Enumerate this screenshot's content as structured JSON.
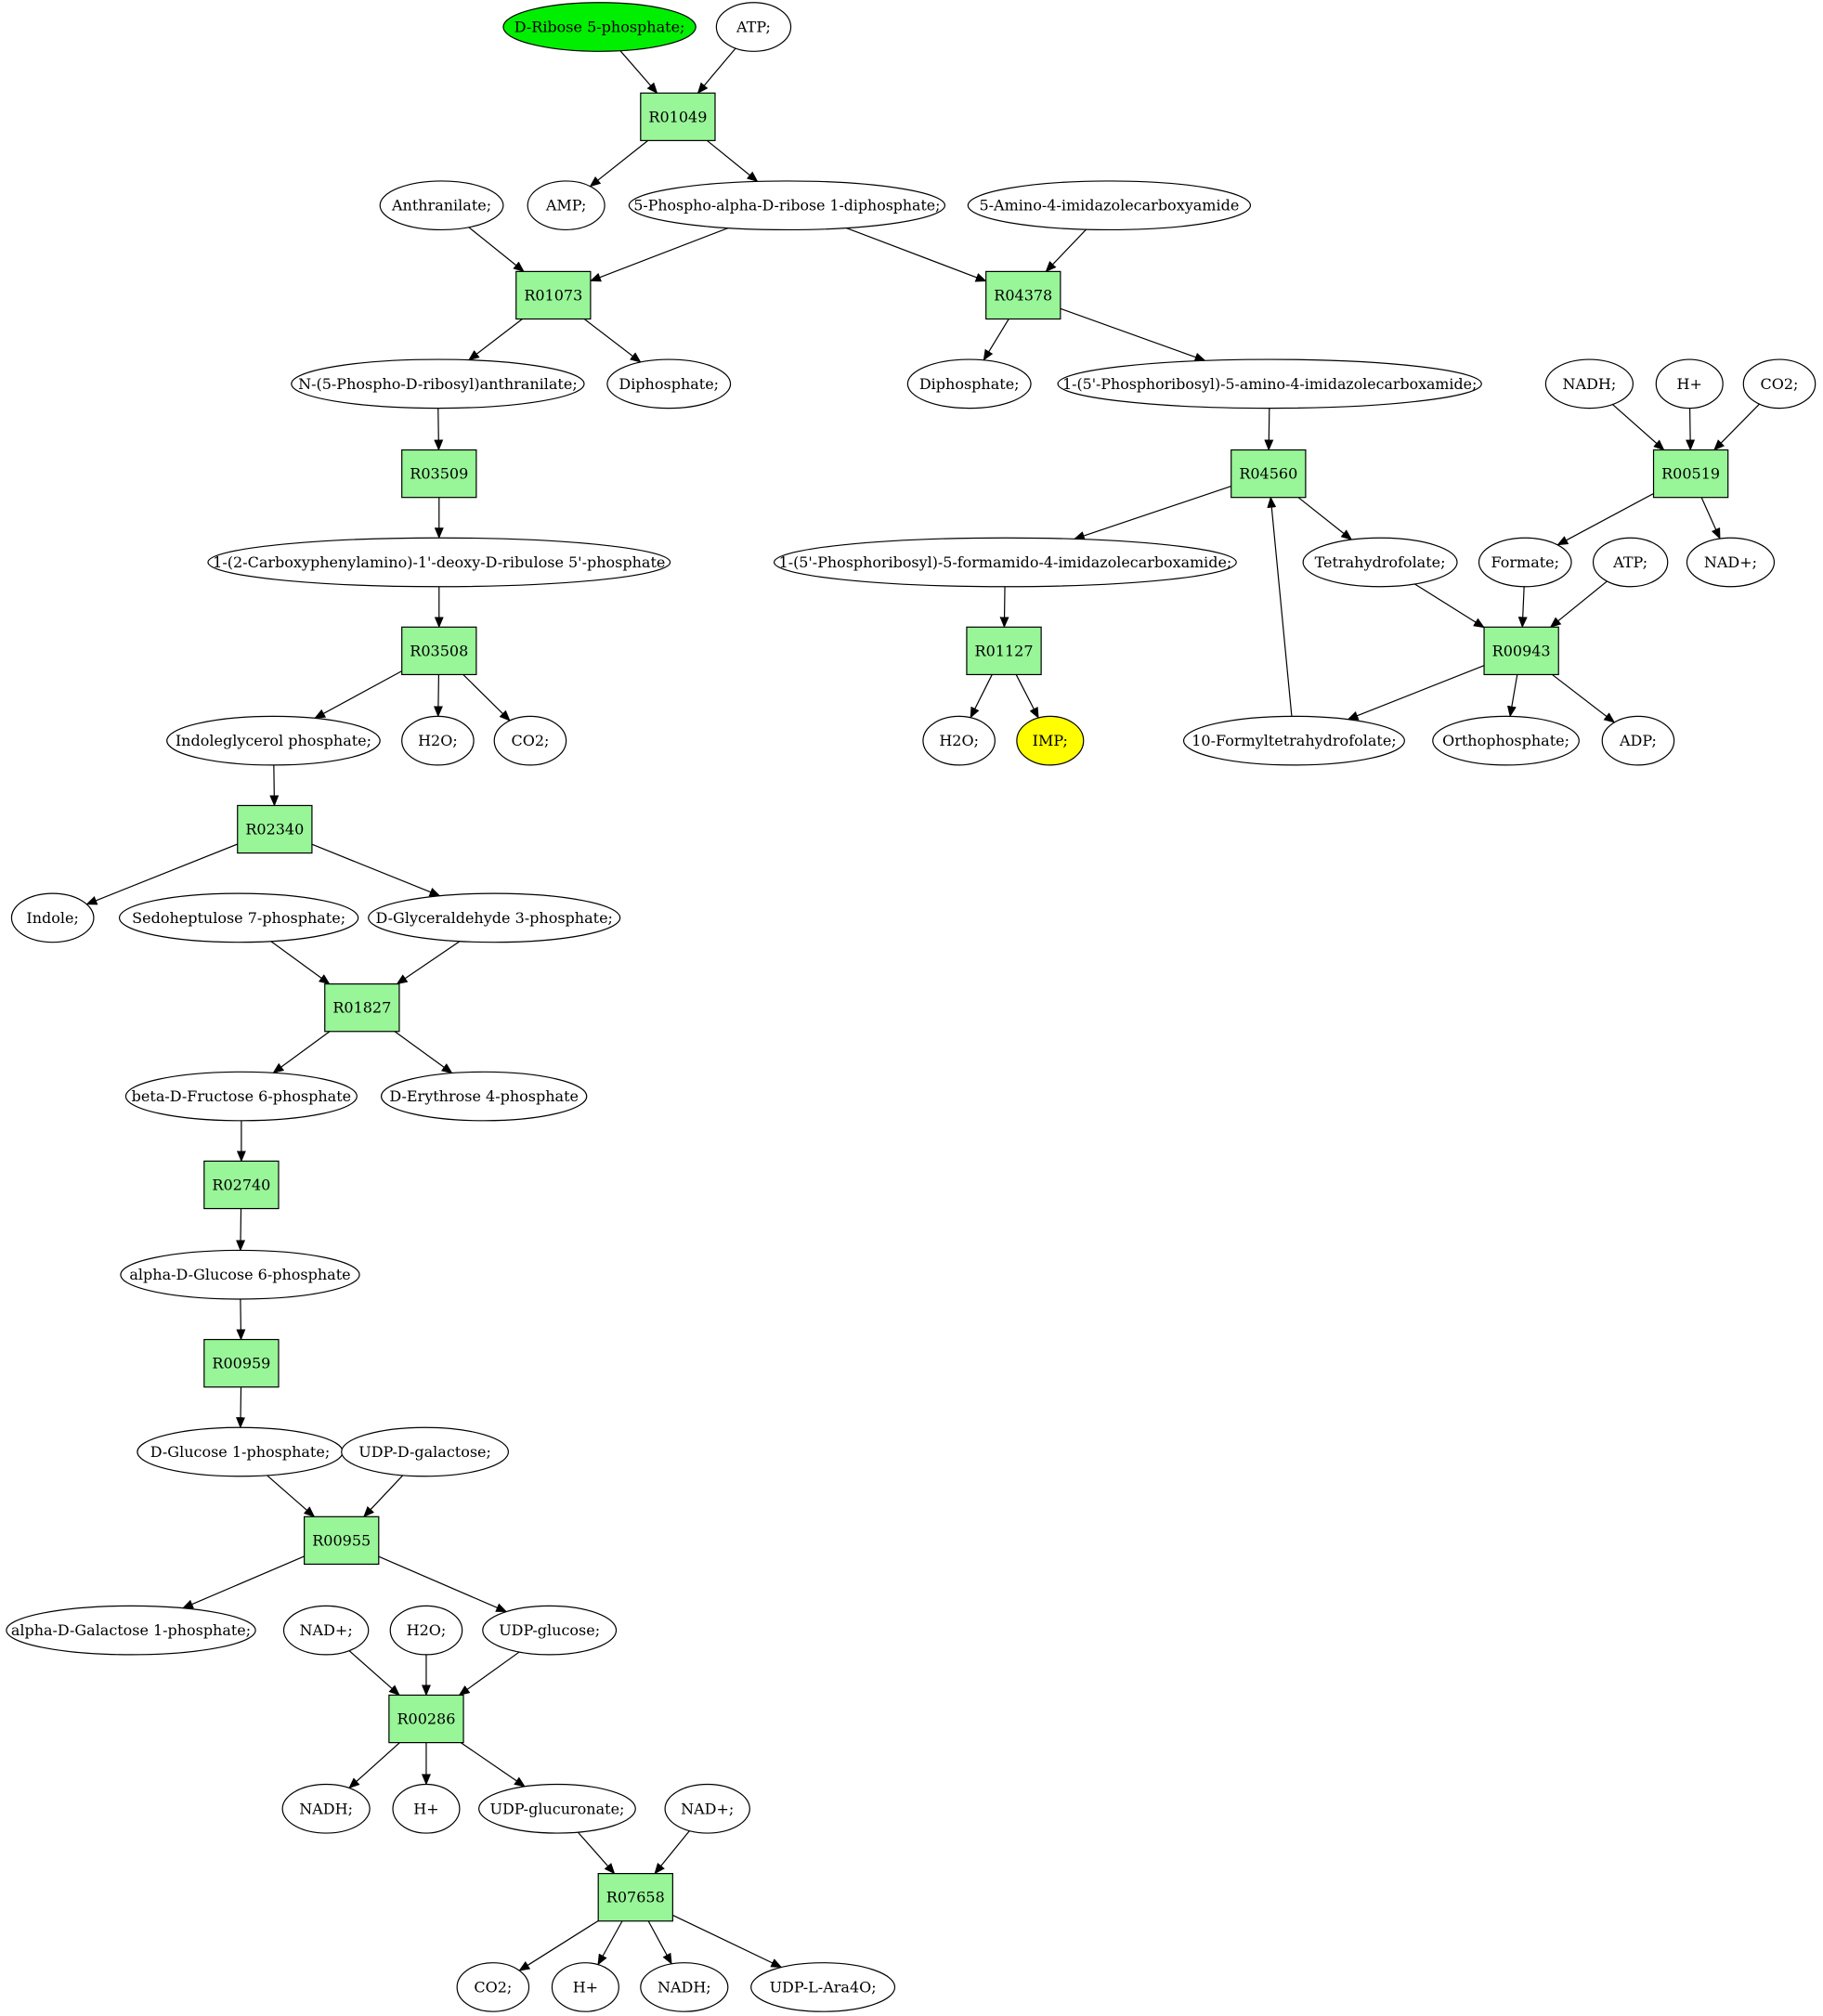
{
  "colors": {
    "reaction_fill": "#98f598",
    "start_fill": "#00ee00",
    "target_fill": "#ffff00",
    "compound_fill": "#ffffff",
    "stroke": "#000000"
  },
  "reactions": [
    {
      "id": "r1",
      "label": "R01049"
    },
    {
      "id": "r2",
      "label": "R01073"
    },
    {
      "id": "r3",
      "label": "R04378"
    },
    {
      "id": "r4",
      "label": "R03509"
    },
    {
      "id": "r5",
      "label": "R04560"
    },
    {
      "id": "r6",
      "label": "R00519"
    },
    {
      "id": "r7",
      "label": "R03508"
    },
    {
      "id": "r8",
      "label": "R01127"
    },
    {
      "id": "r9",
      "label": "R00943"
    },
    {
      "id": "r10",
      "label": "R02340"
    },
    {
      "id": "r11",
      "label": "R01827"
    },
    {
      "id": "r12",
      "label": "R02740"
    },
    {
      "id": "r13",
      "label": "R00959"
    },
    {
      "id": "r14",
      "label": "R00955"
    },
    {
      "id": "r15",
      "label": "R00286"
    },
    {
      "id": "r16",
      "label": "R07658"
    }
  ],
  "compounds": [
    {
      "id": "c1",
      "label": "D-Ribose 5-phosphate;",
      "role": "start"
    },
    {
      "id": "c2",
      "label": "ATP;"
    },
    {
      "id": "c3",
      "label": "Anthranilate;"
    },
    {
      "id": "c4",
      "label": "AMP;"
    },
    {
      "id": "c5",
      "label": "5-Phospho-alpha-D-ribose 1-diphosphate;"
    },
    {
      "id": "c6",
      "label": "5-Amino-4-imidazolecarboxyamide"
    },
    {
      "id": "c7",
      "label": "N-(5-Phospho-D-ribosyl)anthranilate;"
    },
    {
      "id": "c8",
      "label": "Diphosphate;"
    },
    {
      "id": "c9",
      "label": "Diphosphate;"
    },
    {
      "id": "c10",
      "label": "1-(5'-Phosphoribosyl)-5-amino-4-imidazolecarboxamide;"
    },
    {
      "id": "c11",
      "label": "NADH;"
    },
    {
      "id": "c12",
      "label": "H+"
    },
    {
      "id": "c13",
      "label": "CO2;"
    },
    {
      "id": "c14",
      "label": "1-(2-Carboxyphenylamino)-1'-deoxy-D-ribulose 5'-phosphate"
    },
    {
      "id": "c15",
      "label": "1-(5'-Phosphoribosyl)-5-formamido-4-imidazolecarboxamide;"
    },
    {
      "id": "c16",
      "label": "Tetrahydrofolate;"
    },
    {
      "id": "c17",
      "label": "Formate;"
    },
    {
      "id": "c18",
      "label": "ATP;"
    },
    {
      "id": "c19",
      "label": "NAD+;"
    },
    {
      "id": "c20",
      "label": "Indoleglycerol phosphate;"
    },
    {
      "id": "c21",
      "label": "H2O;"
    },
    {
      "id": "c22",
      "label": "CO2;"
    },
    {
      "id": "c23",
      "label": "H2O;"
    },
    {
      "id": "c24",
      "label": "IMP;",
      "role": "target"
    },
    {
      "id": "c25",
      "label": "10-Formyltetrahydrofolate;"
    },
    {
      "id": "c26",
      "label": "Orthophosphate;"
    },
    {
      "id": "c27",
      "label": "ADP;"
    },
    {
      "id": "c28",
      "label": "Indole;"
    },
    {
      "id": "c29",
      "label": "Sedoheptulose 7-phosphate;"
    },
    {
      "id": "c30",
      "label": "D-Glyceraldehyde 3-phosphate;"
    },
    {
      "id": "c31",
      "label": "beta-D-Fructose 6-phosphate"
    },
    {
      "id": "c32",
      "label": "D-Erythrose 4-phosphate"
    },
    {
      "id": "c33",
      "label": "alpha-D-Glucose 6-phosphate"
    },
    {
      "id": "c34",
      "label": "D-Glucose 1-phosphate;"
    },
    {
      "id": "c35",
      "label": "UDP-D-galactose;"
    },
    {
      "id": "c36",
      "label": "alpha-D-Galactose 1-phosphate;"
    },
    {
      "id": "c37",
      "label": "NAD+;"
    },
    {
      "id": "c38",
      "label": "H2O;"
    },
    {
      "id": "c39",
      "label": "UDP-glucose;"
    },
    {
      "id": "c40",
      "label": "NADH;"
    },
    {
      "id": "c41",
      "label": "H+"
    },
    {
      "id": "c42",
      "label": "UDP-glucuronate;"
    },
    {
      "id": "c43",
      "label": "NAD+;"
    },
    {
      "id": "c44",
      "label": "CO2;"
    },
    {
      "id": "c45",
      "label": "H+"
    },
    {
      "id": "c46",
      "label": "NADH;"
    },
    {
      "id": "c47",
      "label": "UDP-L-Ara4O;"
    }
  ],
  "edges": [
    [
      "c1",
      "r1"
    ],
    [
      "c2",
      "r1"
    ],
    [
      "r1",
      "c4"
    ],
    [
      "r1",
      "c5"
    ],
    [
      "c3",
      "r2"
    ],
    [
      "c5",
      "r2"
    ],
    [
      "r2",
      "c7"
    ],
    [
      "r2",
      "c8"
    ],
    [
      "c5",
      "r3"
    ],
    [
      "c6",
      "r3"
    ],
    [
      "r3",
      "c9"
    ],
    [
      "r3",
      "c10"
    ],
    [
      "c7",
      "r4"
    ],
    [
      "r4",
      "c14"
    ],
    [
      "c10",
      "r5"
    ],
    [
      "r5",
      "c15"
    ],
    [
      "r5",
      "c16"
    ],
    [
      "c25",
      "r5"
    ],
    [
      "c11",
      "r6"
    ],
    [
      "c12",
      "r6"
    ],
    [
      "c13",
      "r6"
    ],
    [
      "r6",
      "c17"
    ],
    [
      "r6",
      "c19"
    ],
    [
      "c14",
      "r7"
    ],
    [
      "r7",
      "c20"
    ],
    [
      "r7",
      "c21"
    ],
    [
      "r7",
      "c22"
    ],
    [
      "c15",
      "r8"
    ],
    [
      "r8",
      "c23"
    ],
    [
      "r8",
      "c24"
    ],
    [
      "c16",
      "r9"
    ],
    [
      "c17",
      "r9"
    ],
    [
      "c18",
      "r9"
    ],
    [
      "r9",
      "c25"
    ],
    [
      "r9",
      "c26"
    ],
    [
      "r9",
      "c27"
    ],
    [
      "c20",
      "r10"
    ],
    [
      "r10",
      "c28"
    ],
    [
      "r10",
      "c30"
    ],
    [
      "c29",
      "r11"
    ],
    [
      "c30",
      "r11"
    ],
    [
      "r11",
      "c31"
    ],
    [
      "r11",
      "c32"
    ],
    [
      "c31",
      "r12"
    ],
    [
      "r12",
      "c33"
    ],
    [
      "c33",
      "r13"
    ],
    [
      "r13",
      "c34"
    ],
    [
      "c34",
      "r14"
    ],
    [
      "c35",
      "r14"
    ],
    [
      "r14",
      "c36"
    ],
    [
      "r14",
      "c39"
    ],
    [
      "c37",
      "r15"
    ],
    [
      "c38",
      "r15"
    ],
    [
      "c39",
      "r15"
    ],
    [
      "r15",
      "c40"
    ],
    [
      "r15",
      "c41"
    ],
    [
      "r15",
      "c42"
    ],
    [
      "c42",
      "r16"
    ],
    [
      "c43",
      "r16"
    ],
    [
      "r16",
      "c44"
    ],
    [
      "r16",
      "c45"
    ],
    [
      "r16",
      "c46"
    ],
    [
      "r16",
      "c47"
    ]
  ]
}
